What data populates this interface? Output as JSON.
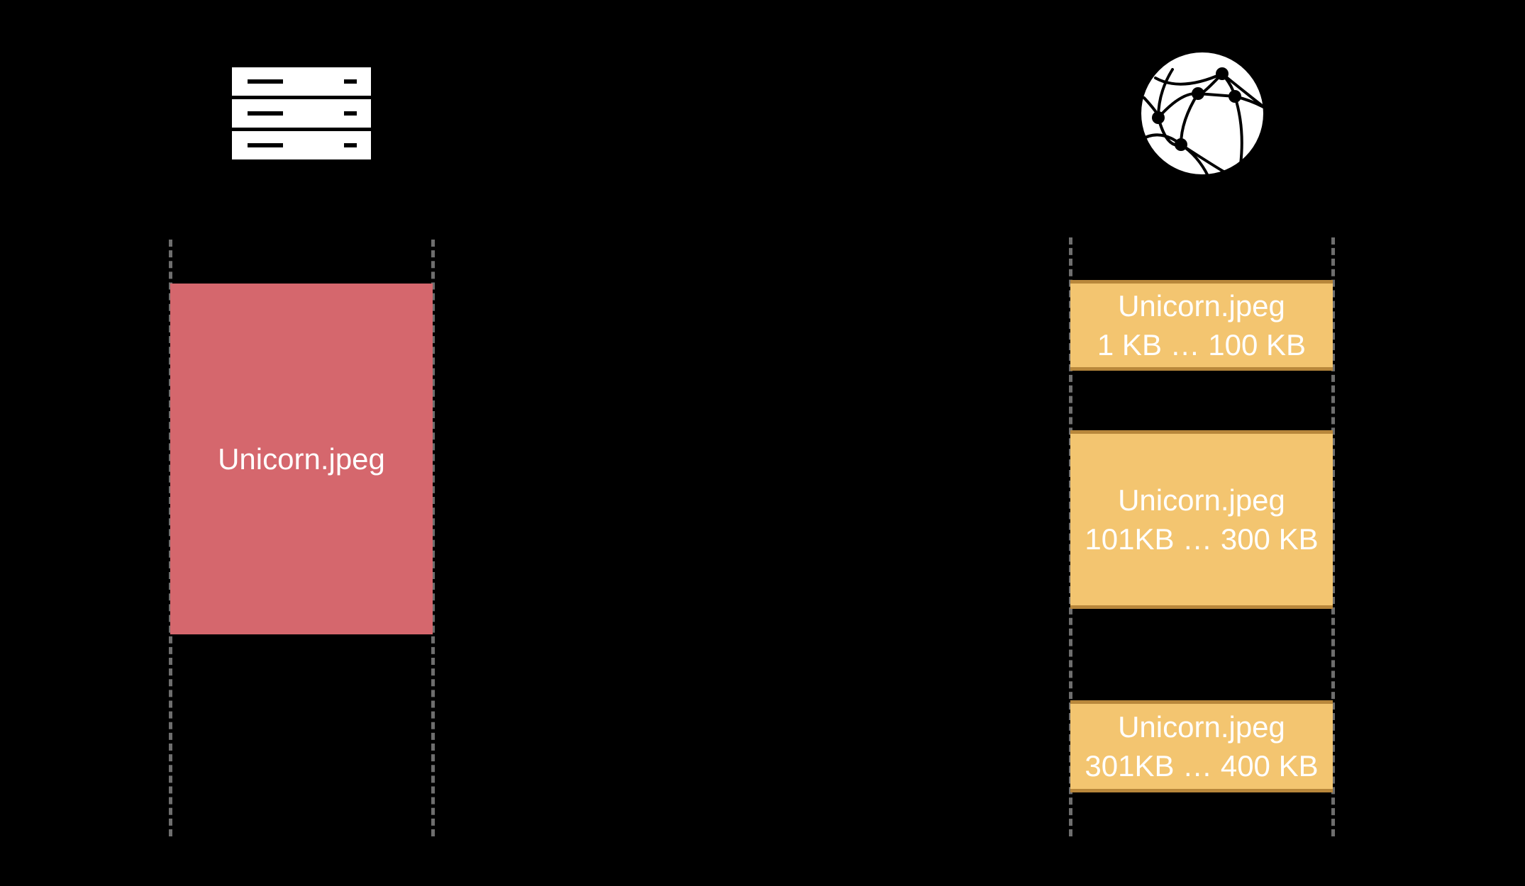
{
  "icons": {
    "server": "server-rack-icon",
    "network": "globe-network-icon"
  },
  "colors": {
    "background": "#000000",
    "source_fill": "#d5676d",
    "chunk_fill": "#f3c570",
    "chunk_border": "#b8873b",
    "guide_line": "#6e6e6e",
    "text": "#ffffff"
  },
  "source": {
    "label": "Unicorn.jpeg"
  },
  "chunks": [
    {
      "name": "Unicorn.jpeg",
      "range": "1 KB … 100 KB"
    },
    {
      "name": "Unicorn.jpeg",
      "range": "101KB … 300 KB"
    },
    {
      "name": "Unicorn.jpeg",
      "range": "301KB … 400 KB"
    }
  ]
}
